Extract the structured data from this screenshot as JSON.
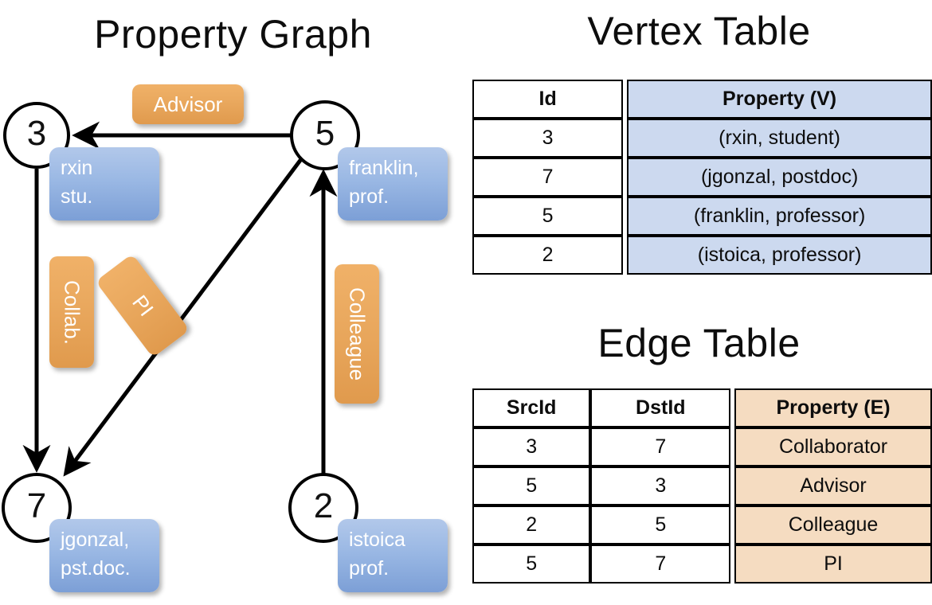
{
  "titles": {
    "property_graph": "Property Graph",
    "vertex_table": "Vertex Table",
    "edge_table": "Edge Table"
  },
  "graph": {
    "nodes": [
      {
        "id": "3",
        "property": "rxin\nstu."
      },
      {
        "id": "5",
        "property": "franklin,\nprof."
      },
      {
        "id": "7",
        "property": "jgonzal,\npst.doc."
      },
      {
        "id": "2",
        "property": "istoica\nprof."
      }
    ],
    "edge_labels": [
      {
        "name": "advisor",
        "text": "Advisor"
      },
      {
        "name": "collab",
        "text": "Collab."
      },
      {
        "name": "pi",
        "text": "PI"
      },
      {
        "name": "colleague",
        "text": "Colleague"
      }
    ],
    "edges": [
      {
        "from": "5",
        "to": "3",
        "label": "Advisor"
      },
      {
        "from": "3",
        "to": "7",
        "label": "Collab."
      },
      {
        "from": "5",
        "to": "7",
        "label": "PI"
      },
      {
        "from": "2",
        "to": "5",
        "label": "Colleague"
      }
    ]
  },
  "vertex_table": {
    "headers": [
      "Id",
      "Property (V)"
    ],
    "rows": [
      {
        "id": "3",
        "property": "(rxin, student)"
      },
      {
        "id": "7",
        "property": "(jgonzal, postdoc)"
      },
      {
        "id": "5",
        "property": "(franklin, professor)"
      },
      {
        "id": "2",
        "property": "(istoica, professor)"
      }
    ]
  },
  "edge_table": {
    "headers": [
      "SrcId",
      "DstId",
      "Property (E)"
    ],
    "rows": [
      {
        "src": "3",
        "dst": "7",
        "property": "Collaborator"
      },
      {
        "src": "5",
        "dst": "3",
        "property": "Advisor"
      },
      {
        "src": "2",
        "dst": "5",
        "property": "Colleague"
      },
      {
        "src": "5",
        "dst": "7",
        "property": "PI"
      }
    ]
  },
  "colors": {
    "vertex_property_fill": "#ccd9ef",
    "edge_property_fill": "#f5dcc1",
    "node_property_box": "#9ab8e4",
    "edge_badge": "#eaa95f",
    "stroke": "#000000"
  }
}
